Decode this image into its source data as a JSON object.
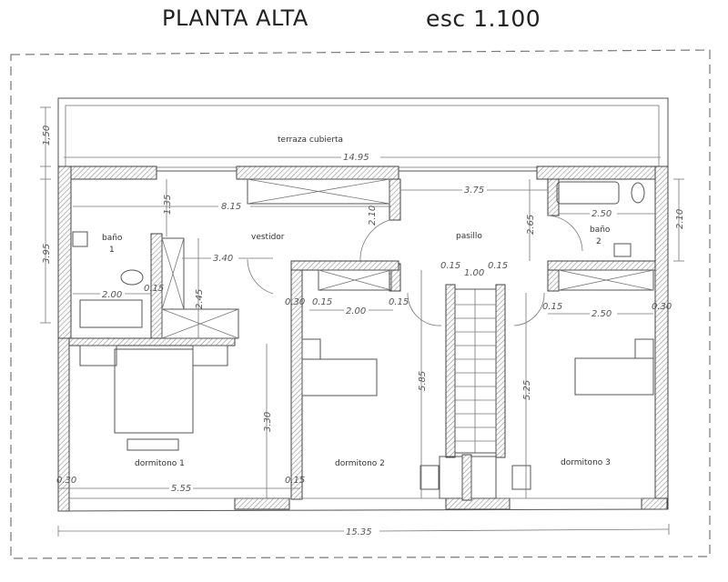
{
  "header": {
    "title": "PLANTA ALTA",
    "scale": "esc 1.100"
  },
  "rooms": {
    "terraza": "terraza cubierta",
    "bano1_a": "baño",
    "bano1_b": "1",
    "vestidor": "vestidor",
    "pasillo": "pasillo",
    "bano2_a": "baño",
    "bano2_b": "2",
    "dormitorio1": "dormitono 1",
    "dormitorio2": "dormitono 2",
    "dormitorio3": "dormitono 3"
  },
  "dimensions": {
    "terraza_depth": "1,50",
    "terraza_width": "14.95",
    "left_height": "3.95",
    "bath1_depth": "1.35",
    "vestidor_width": "8.15",
    "hall_width": "3.75",
    "door_210_a": "2.10",
    "hall_depth": "2.65",
    "bath2_width": "2.50",
    "bath2_depth": "2.10",
    "closet_width": "3.40",
    "closet_depth": "2.45",
    "bath1_width": "2.00",
    "wall_015_a": "0.15",
    "wall_030_a": "0.30",
    "wall_015_b": "0.15",
    "dorm2_closet": "2.00",
    "wall_015_c": "0.15",
    "stair_wall_l": "0.15",
    "stair_width": "1.00",
    "stair_wall_r": "0.15",
    "wall_015_d": "0.15",
    "dorm3_closet": "2.50",
    "wall_030_b": "0.30",
    "dorm1_depth": "3.30",
    "dorm2_depth": "5.85",
    "dorm3_depth": "5.25",
    "wall_030_c": "0.30",
    "dorm1_width": "5.55",
    "wall_015_e": "0.15",
    "total_width": "15.35"
  }
}
